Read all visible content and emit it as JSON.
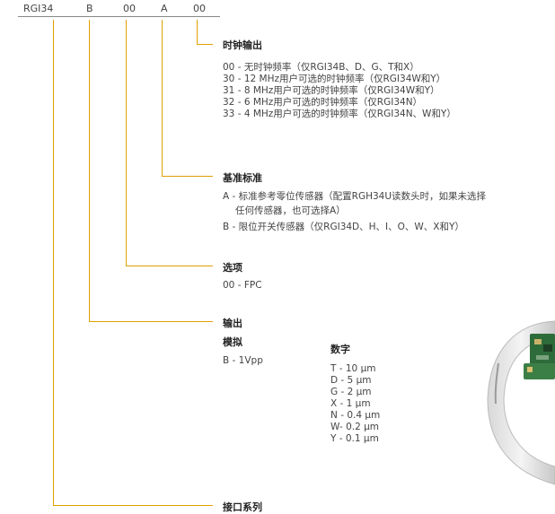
{
  "codes": [
    "RGI34",
    "B",
    "00",
    "A",
    "00"
  ],
  "sections": {
    "clock": {
      "title": "时钟输出",
      "items": [
        "00 - 无时钟频率（仅RGI34B、D、G、T和X）",
        "30 - 12 MHz用户可选的时钟频率（仅RGI34W和Y）",
        "31 - 8 MHz用户可选的时钟频率（仅RGI34W和Y）",
        "32 - 6 MHz用户可选的时钟频率（仅RGI34N）",
        "33 - 4 MHz用户可选的时钟频率（仅RGI34N、W和Y）"
      ]
    },
    "reference": {
      "title": "基准标准",
      "items": [
        "A - 标准参考零位传感器（配置RGH34U读数头时，如果未选择",
        "任何传感器，也可选择A）",
        "B - 限位开关传感器（仅RGI34D、H、I、O、W、X和Y）"
      ]
    },
    "options": {
      "title": "选项",
      "items": [
        "00 - FPC"
      ]
    },
    "output": {
      "title": "输出",
      "analog_title": "模拟",
      "analog_items": [
        "B - 1Vpp"
      ],
      "digital_title": "数字",
      "digital_items": [
        "T - 10 µm",
        "D - 5 µm",
        "G - 2 µm",
        "X - 1 µm",
        "N - 0.4 µm",
        "W- 0.2 µm",
        "Y - 0.1 µm"
      ]
    },
    "interface": {
      "title": "接口系列"
    }
  },
  "colors": {
    "accent": "#e0a000",
    "rule": "#888888"
  }
}
